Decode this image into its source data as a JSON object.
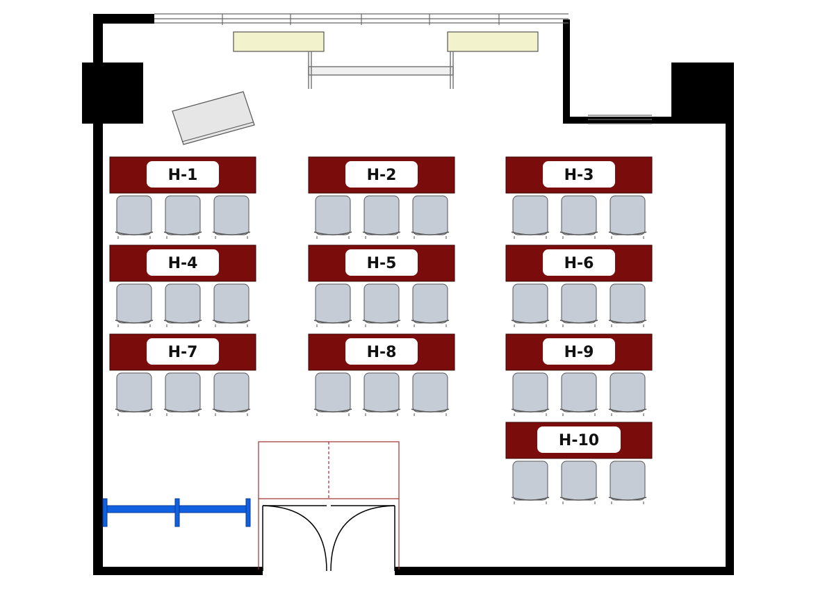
{
  "colors": {
    "wall": "#000000",
    "desk": "#7a0c0c",
    "desk_label_bg": "#ffffff",
    "chair": "#c5ccd6",
    "chair_stroke": "#555555",
    "whiteboard": "#f2f2cc",
    "bench": "#1060e0",
    "door_outline": "#a03030",
    "podium": "#e6e6e6"
  },
  "desks": [
    {
      "id": "h1",
      "label": "H-1"
    },
    {
      "id": "h2",
      "label": "H-2"
    },
    {
      "id": "h3",
      "label": "H-3"
    },
    {
      "id": "h4",
      "label": "H-4"
    },
    {
      "id": "h5",
      "label": "H-5"
    },
    {
      "id": "h6",
      "label": "H-6"
    },
    {
      "id": "h7",
      "label": "H-7"
    },
    {
      "id": "h8",
      "label": "H-8"
    },
    {
      "id": "h9",
      "label": "H-9"
    },
    {
      "id": "h10",
      "label": "H-10"
    }
  ],
  "chairs_per_desk": 3
}
